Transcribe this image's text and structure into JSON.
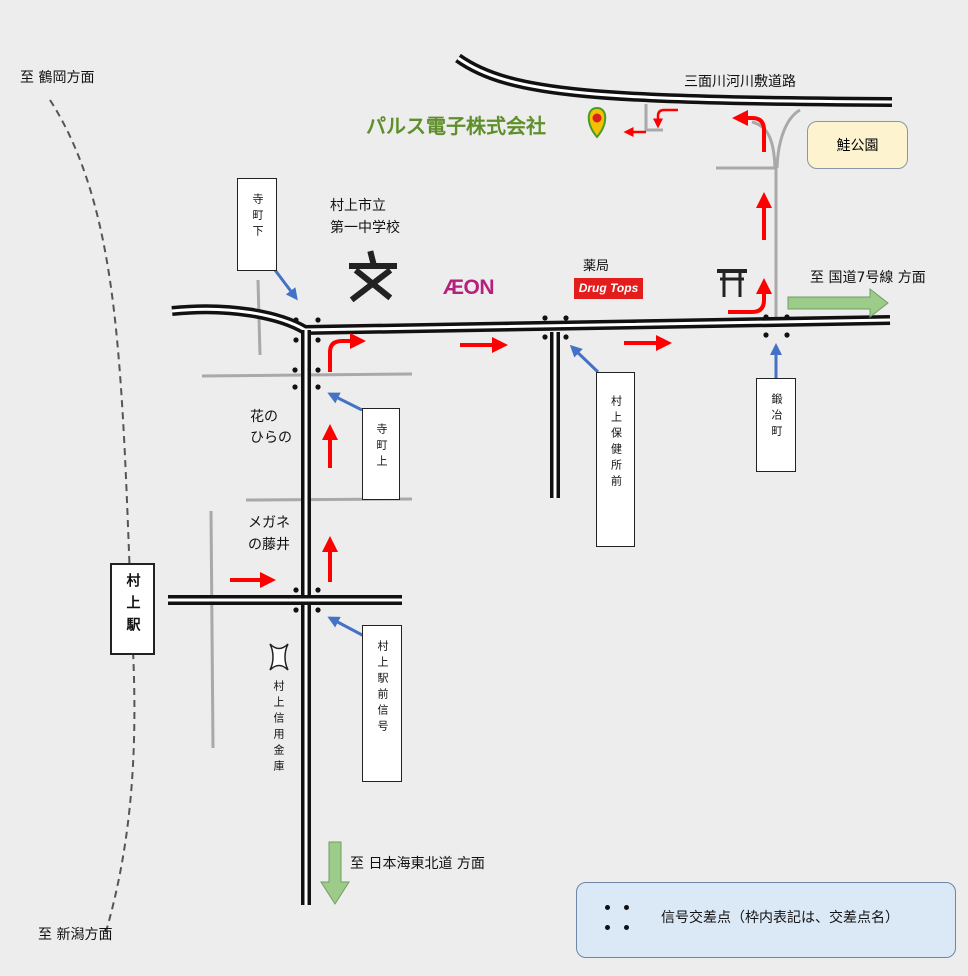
{
  "title": {
    "company": "パルス電子株式会社"
  },
  "directions": {
    "tsuruoka": "至 鶴岡方面",
    "niigata": "至 新潟方面",
    "route7": "至 国道7号線 方面",
    "nihonkai": "至 日本海東北道 方面"
  },
  "roads": {
    "river_road": "三面川河川敷道路"
  },
  "landmarks": {
    "school": [
      "村上市立",
      "第一中学校"
    ],
    "aeon": "ÆON",
    "pharmacy_label": "薬局",
    "drugtops": "Drug Tops",
    "sake_park": "鮭公園",
    "hananohirano": [
      "花の",
      "ひらの"
    ],
    "megane": [
      "メガネ",
      "の藤井"
    ],
    "shinkin": "村上信用金庫",
    "station": "村上駅"
  },
  "intersections": [
    "寺町下",
    "寺町上",
    "村上保健所前",
    "鍛冶町",
    "村上駅前信号"
  ],
  "legend": {
    "text": "信号交差点（枠内表記は、交差点名）"
  },
  "colors": {
    "route_arrow": "#ff0000",
    "pointer_arrow": "#4472c4",
    "direction_arrow": "#8fbf7a",
    "company_text": "#5f8f2a"
  }
}
